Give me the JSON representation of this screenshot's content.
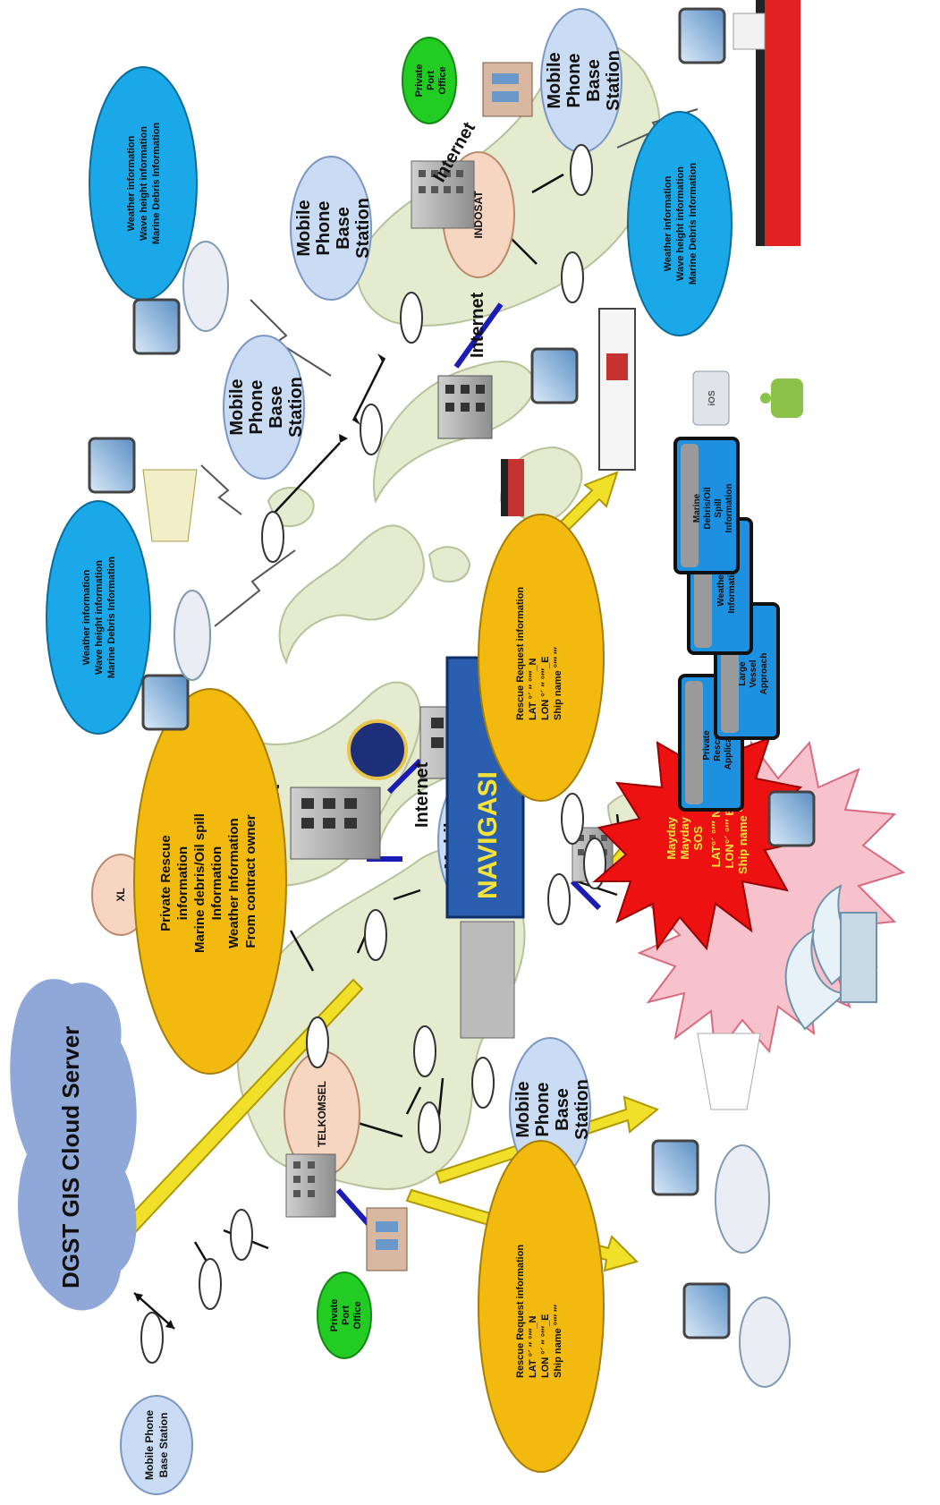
{
  "cloud": {
    "label": "DGST GIS Cloud Server"
  },
  "base_station": {
    "label_lines": [
      "Mobile",
      "Phone",
      "Base",
      "Station"
    ],
    "small_label_lines": [
      "Mobile Phone",
      "Base Station"
    ]
  },
  "operators": {
    "telkomsel": "TELKOMSEL",
    "indosat": "INDOSAT",
    "xl": "XL"
  },
  "port_office": {
    "label_lines": [
      "Private",
      "Port",
      "Office"
    ]
  },
  "internet_label": "Internet",
  "navigasi_label": "NAVIGASI",
  "info_bubble": {
    "lines": [
      "Weather information",
      "Wave height information",
      "Marine Debris Information"
    ]
  },
  "private_rescue_bubble": {
    "lines": [
      "Private Rescue",
      "information",
      "Marine debris/Oil spill",
      "Information",
      "Weather Information",
      "From contract owner"
    ]
  },
  "rescue_request": {
    "lines": [
      "Rescue Request information",
      "LAT °´ ″ °′″_N",
      "LON °´ ″ °′″_E",
      "Ship name °′″ ′″"
    ],
    "lines_top": [
      "Rescue Request information",
      "LAT °´ ″ °′″_N",
      "LON °´ ″ °′″_E",
      "Ship name °′″ ′″"
    ]
  },
  "mayday": {
    "lines": [
      "Mayday",
      "Mayday",
      "SOS",
      "LAT°´ °′″  N",
      "LON°´ °′″  E",
      "Ship name °′″"
    ]
  },
  "apps": [
    {
      "lines": [
        "Private",
        "Rescue",
        "Application"
      ]
    },
    {
      "lines": [
        "Large",
        "Vessel",
        "Approach"
      ]
    },
    {
      "lines": [
        "Weather",
        "Information"
      ]
    },
    {
      "lines": [
        "Marine",
        "Debris/Oil",
        "Spill",
        "Information"
      ]
    }
  ],
  "os_labels": {
    "ios": "iOS"
  },
  "colors": {
    "cloud": "#8fa8d8",
    "base_station": "#c9dcf3",
    "operator": "#f6d5c1",
    "port_office": "#22cc22",
    "info_bubble": "#1aa8e8",
    "yellow_bubble": "#f2b90f",
    "mayday": "#ee1111",
    "app_card": "#1e90e0",
    "map_land": "#e4ebcf",
    "navigasi": "#2a5fb0",
    "link_line": "#1b1bb5"
  }
}
